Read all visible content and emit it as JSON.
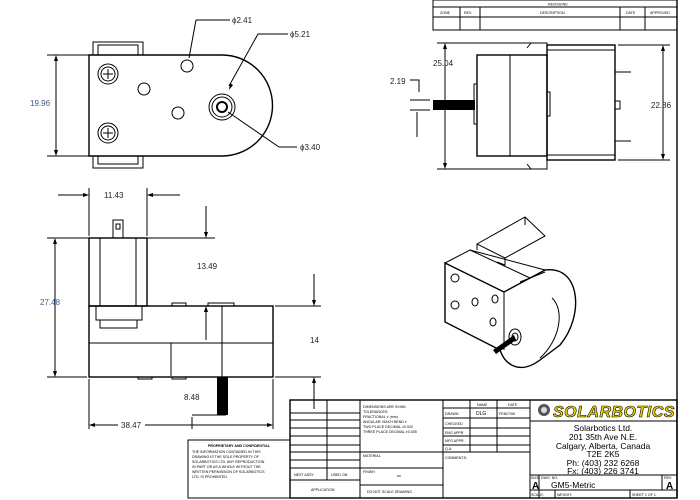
{
  "top_view": {
    "dim_height": "19.96",
    "dim_hole_small": "ϕ2.41",
    "dim_hub": "ϕ5.21",
    "dim_shaft": "ϕ3.40"
  },
  "front_view": {
    "dim_motor_width": "11.43",
    "dim_motor_height": "13.49",
    "dim_total_height": "27.48",
    "dim_gearbox": "14",
    "dim_shaft_length": "8.48",
    "dim_length": "38.47"
  },
  "side_view": {
    "dim_overall": "25.04",
    "dim_shaft": "2.19",
    "dim_motor": "22.86"
  },
  "revisions": {
    "title": "REVISIONS",
    "headers": [
      "ZONE",
      "REV.",
      "DESCRIPTION",
      "DATE",
      "APPROVED"
    ]
  },
  "proprietary": {
    "title": "PROPRIETARY AND CONFIDENTIAL",
    "body": [
      "THE INFORMATION CONTAINED IN THIS",
      "DRAWING IS THE SOLE PROPERTY OF",
      "SOLARBOTICS LTD.  ANY REPRODUCTION",
      "IN PART OR AS A WHOLE WITHOUT THE",
      "WRITTEN PERMISSION OF SOLARBOTICS",
      "LTD.  IS PROHIBITED."
    ]
  },
  "title_block": {
    "next_assy": "NEXT ASSY",
    "used_on": "USED ON",
    "application": "APPLICATION",
    "tolerances": [
      "DIMENSIONS ARE IN MM",
      "TOLERANCES:",
      "FRACTIONAL ± (mm)",
      "ANGULAR: MACH   BEND ±",
      "TWO PLACE DECIMAL   ±0.020",
      "THREE PLACE DECIMAL  ±0.005"
    ],
    "material": "MATERIAL",
    "finish": "FINISH",
    "finish_value": "**",
    "do_not_scale": "DO NOT SCALE DRAWING",
    "name_header": "NAME",
    "date_header": "DATE",
    "rows": [
      {
        "label": "DRAWN",
        "name": "DLG",
        "date": "FEB27/06"
      },
      {
        "label": "CHECKED",
        "name": "",
        "date": ""
      },
      {
        "label": "ENG APPR.",
        "name": "",
        "date": ""
      },
      {
        "label": "MFG APPR.",
        "name": "",
        "date": ""
      },
      {
        "label": "Q.A.",
        "name": "",
        "date": ""
      }
    ],
    "comments": "COMMENTS:",
    "company_logo": "SOLARBOTICS",
    "address": [
      "Solarbotics Ltd.",
      "201 35th Ave N.E.",
      "Calgary, Alberta, Canada",
      "T2E 2K5",
      "Ph: (403) 232 6268",
      "Fx: (403) 226 3741"
    ],
    "size_label": "SIZE",
    "size": "A",
    "dwg_no_label": "DWG. NO.",
    "dwg_no": "GM5-Metric",
    "rev_label": "REV.",
    "rev": "A",
    "scale_label": "SCALE:",
    "weight_label": "WEIGHT:",
    "sheet_label": "SHEET 1 OF 1"
  }
}
